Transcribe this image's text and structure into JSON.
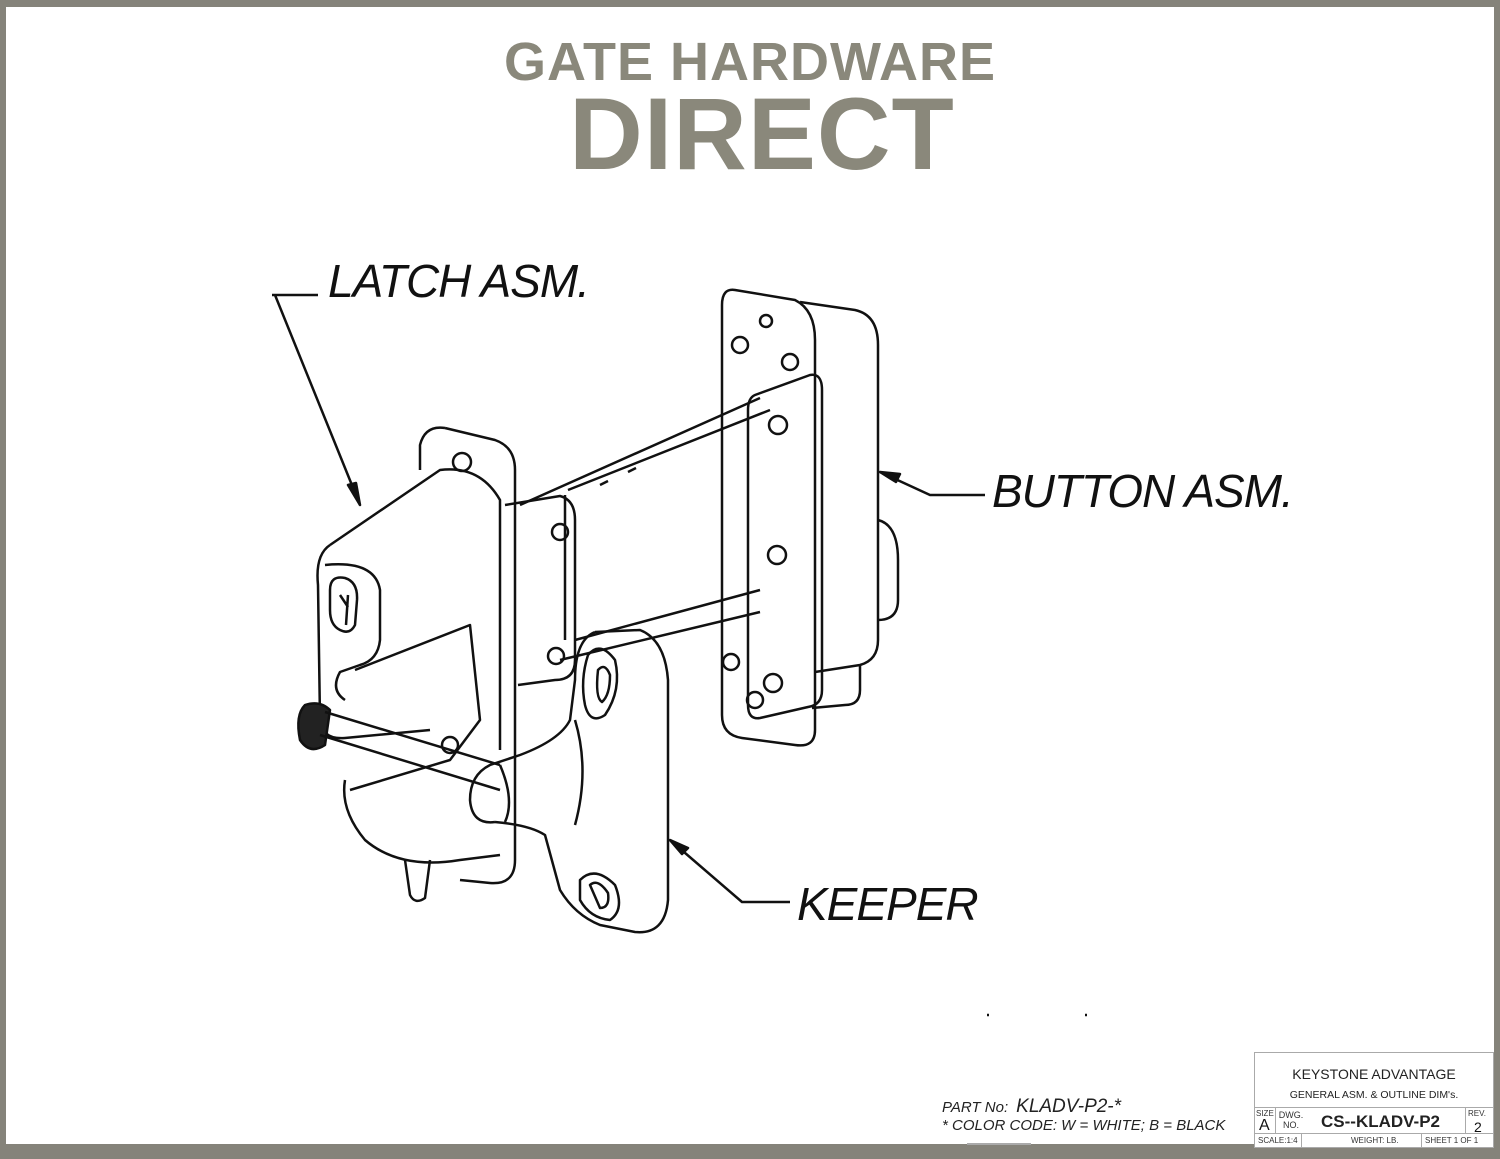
{
  "brand": {
    "line1": "GATE HARDWARE",
    "line2": "DIRECT",
    "color": "#8a887b"
  },
  "callouts": {
    "latch": "LATCH ASM.",
    "button": "BUTTON ASM.",
    "keeper": "KEEPER"
  },
  "notes": {
    "part_label": "PART No:",
    "part_number": "KLADV-P2-*",
    "color_code": "* COLOR CODE:  W = WHITE;  B = BLACK"
  },
  "title_block": {
    "title": "KEYSTONE ADVANTAGE",
    "subtitle": "GENERAL ASM. & OUTLINE DIM's.",
    "size_label": "SIZE",
    "size": "A",
    "dwg_label": "DWG. NO.",
    "dwg_no": "CS--KLADV-P2",
    "rev_label": "REV.",
    "rev": "2",
    "scale": "SCALE:1:4",
    "weight": "WEIGHT:  LB.",
    "sheet": "SHEET 1 OF 1"
  }
}
